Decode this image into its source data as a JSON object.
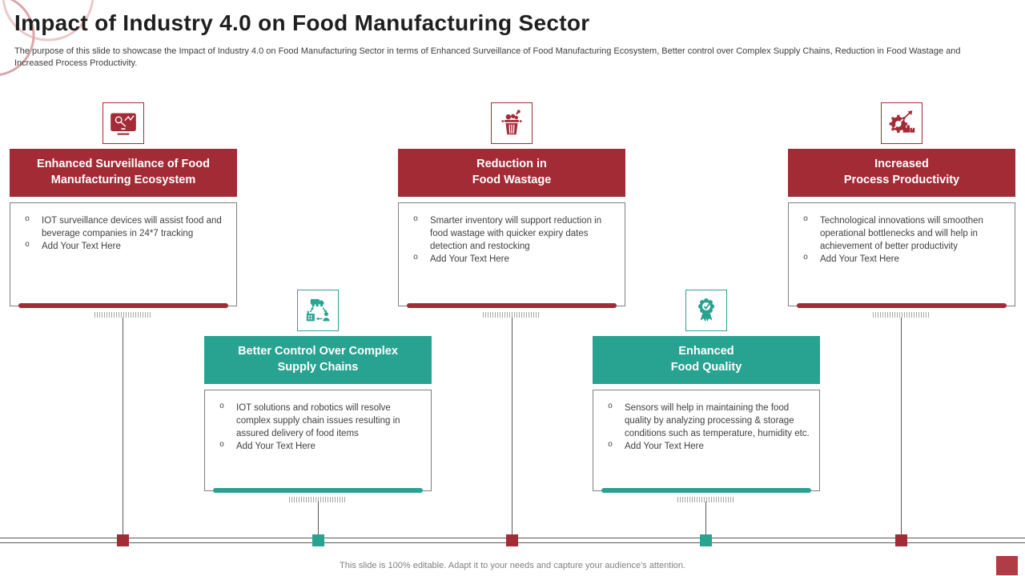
{
  "slide": {
    "title": "Impact of Industry 4.0 on Food Manufacturing Sector",
    "description": "The purpose of this slide to showcase the Impact of Industry 4.0 on Food Manufacturing Sector in terms of Enhanced Surveillance of Food Manufacturing Ecosystem, Better control over Complex Supply Chains, Reduction in Food Wastage and Increased Process Productivity.",
    "footer_note": "This slide is 100% editable. Adapt it to your needs and capture your audience's attention.",
    "bullet_char": "o"
  },
  "colors": {
    "accent_red": "#A32B36",
    "accent_teal": "#29A391",
    "body_text": "#404040",
    "box_border": "#7F7F7F",
    "timeline_line": "#595959"
  },
  "cards": [
    {
      "name": "enhanced-surveillance",
      "accent": "red",
      "icon": "surveillance-monitor-icon",
      "heading_line1": "Enhanced Surveillance of Food",
      "heading_line2": "Manufacturing Ecosystem",
      "bullets": [
        "IOT surveillance devices will assist food and beverage companies in 24*7 tracking",
        "Add Your Text Here"
      ]
    },
    {
      "name": "better-control-supply-chains",
      "accent": "teal",
      "icon": "supply-chain-icon",
      "heading_line1": "Better Control Over Complex",
      "heading_line2": "Supply Chains",
      "bullets": [
        "IOT solutions and robotics will resolve complex supply chain issues resulting in assured delivery of food items",
        "Add Your Text Here"
      ]
    },
    {
      "name": "reduction-food-wastage",
      "accent": "red",
      "icon": "food-waste-bin-icon",
      "heading_line1": "Reduction in",
      "heading_line2": "Food Wastage",
      "bullets": [
        "Smarter inventory will support reduction in food wastage with quicker expiry dates detection and restocking",
        "Add Your Text Here"
      ]
    },
    {
      "name": "enhanced-food-quality",
      "accent": "teal",
      "icon": "quality-badge-icon",
      "heading_line1": "Enhanced",
      "heading_line2": "Food Quality",
      "bullets": [
        "Sensors will help in maintaining the food quality by analyzing processing & storage conditions such as temperature, humidity etc.",
        "Add Your Text Here"
      ]
    },
    {
      "name": "increased-process-productivity",
      "accent": "red",
      "icon": "productivity-gear-icon",
      "heading_line1": "Increased",
      "heading_line2": "Process Productivity",
      "bullets": [
        "Technological innovations will smoothen operational bottlenecks and will help in achievement of better productivity",
        "Add Your Text Here"
      ]
    }
  ]
}
